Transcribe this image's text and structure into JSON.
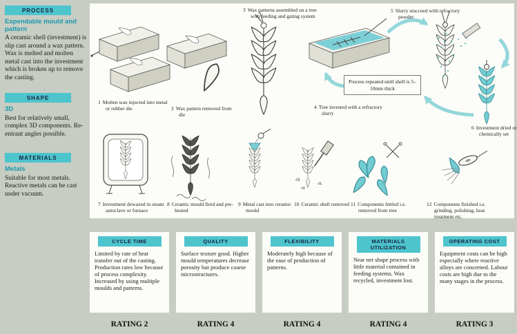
{
  "colors": {
    "background": "#c7cdc3",
    "panel": "#fcfcf8",
    "accent_teal": "#4ec4cd",
    "teal_text": "#1899ad",
    "header_text": "#16223c",
    "slurry_teal": "#7ccfd6",
    "arrow_teal": "#8fd6da"
  },
  "sidebar": {
    "process": {
      "header": "PROCESS",
      "subtitle": "Expendable mould and pattern",
      "body": "A ceramic shell (investment) is slip cast around a wax pattern. Wax is melted and molten metal cast into the investment which is broken up to remove the casting."
    },
    "shape": {
      "header": "SHAPE",
      "subtitle": "3D",
      "body": "Best for relatively small, complex 3D components. Re-entrant angles possible."
    },
    "materials": {
      "header": "MATERIALS",
      "subtitle": "Metals",
      "body": "Suitable for most metals. Reactive metals can be cast under vacuum."
    }
  },
  "diagram": {
    "process_note": "Process repeated until shell is 5–10mm thick",
    "steps": [
      {
        "num": "1",
        "label": "Molten wax injected into metal or rubber die",
        "icon": "die-blocks-illustration"
      },
      {
        "num": "2",
        "label": "Wax pattern removed from die",
        "icon": "open-die-wax-pattern-illustration"
      },
      {
        "num": "3",
        "label": "Wax patterns assembled on a tree with feeding and gating system",
        "icon": "wax-tree-illustration"
      },
      {
        "num": "4",
        "label": "Tree invested with a refractory slurry",
        "icon": "slurry-tray-illustration"
      },
      {
        "num": "5",
        "label": "Slurry stuccoed with refractory powder",
        "icon": "stucco-powder-illustration"
      },
      {
        "num": "6",
        "label": "Investment dried or chemically set",
        "icon": "dried-investment-tree-illustration"
      },
      {
        "num": "7",
        "label": "Investment dewaxed in steam autoclave or furnace",
        "icon": "autoclave-illustration"
      },
      {
        "num": "8",
        "label": "Ceramic mould fired and pre-heated",
        "icon": "fired-mould-illustration"
      },
      {
        "num": "9",
        "label": "Metal cast into ceramic mould",
        "icon": "metal-pouring-illustration"
      },
      {
        "num": "10",
        "label": "Ceramic shell removed",
        "icon": "shell-removal-hammer-illustration"
      },
      {
        "num": "11",
        "label": "Components fettled i.e. removed from tree",
        "icon": "fettled-components-illustration"
      },
      {
        "num": "12",
        "label": "Components finished i.e. grinding, polishing, heat treatment etc.",
        "icon": "grinding-wheel-illustration"
      }
    ]
  },
  "ratings": [
    {
      "header": "CYCLE TIME",
      "body": "Limited by rate of heat transfer out of the casting. Production rates low because of process complexity. Increased by using multiple moulds and patterns.",
      "rating": "RATING 2"
    },
    {
      "header": "QUALITY",
      "body": "Surface texture good. Higher mould temperatures decrease porosity but produce coarse microstructures.",
      "rating": "RATING 4"
    },
    {
      "header": "FLEXIBILITY",
      "body": "Moderately high because of the ease of production of patterns.",
      "rating": "RATING 4"
    },
    {
      "header": "MATERIALS UTILIZATION",
      "body": "Near net shape process with little material contained in feeding systems. Wax recycled, investment lost.",
      "rating": "RATING 4"
    },
    {
      "header": "OPERATING COST",
      "body": "Equipment costs can be high especially where reactive alloys are concerned. Labour costs are high due to the many stages in the process.",
      "rating": "RATING 3"
    }
  ]
}
